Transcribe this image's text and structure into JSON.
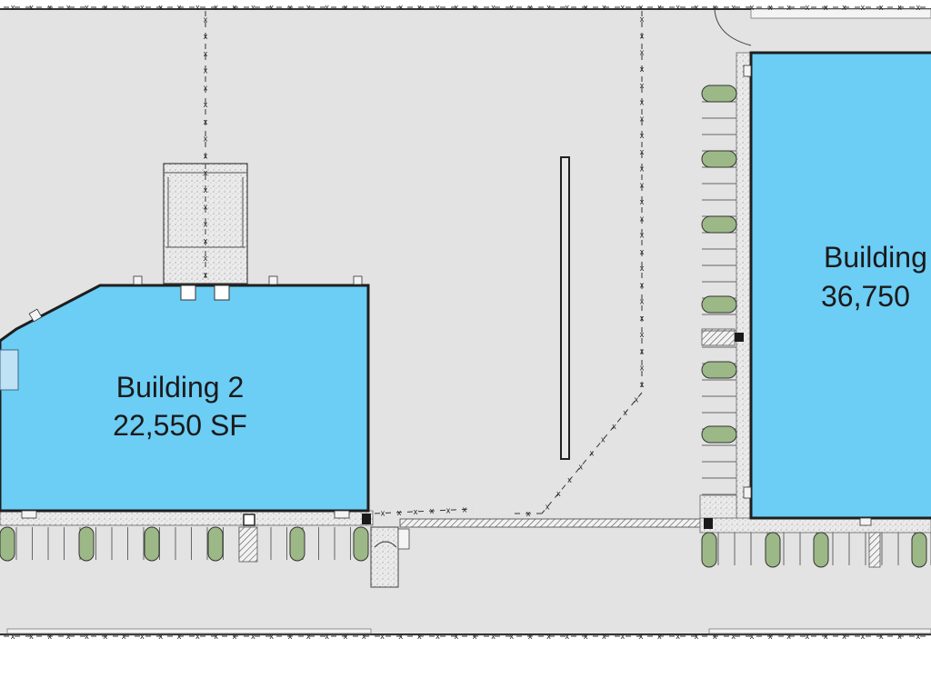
{
  "plan": {
    "background_color": "#e3e3e3",
    "building_fill": "#6ccdf5",
    "island_fill": "#9cb887",
    "buildings": [
      {
        "id": "building-2",
        "name": "Building 2",
        "area": "22,550 SF"
      },
      {
        "id": "building-3",
        "name": "Building",
        "area": "36,750"
      }
    ],
    "fence_symbol": "x"
  }
}
